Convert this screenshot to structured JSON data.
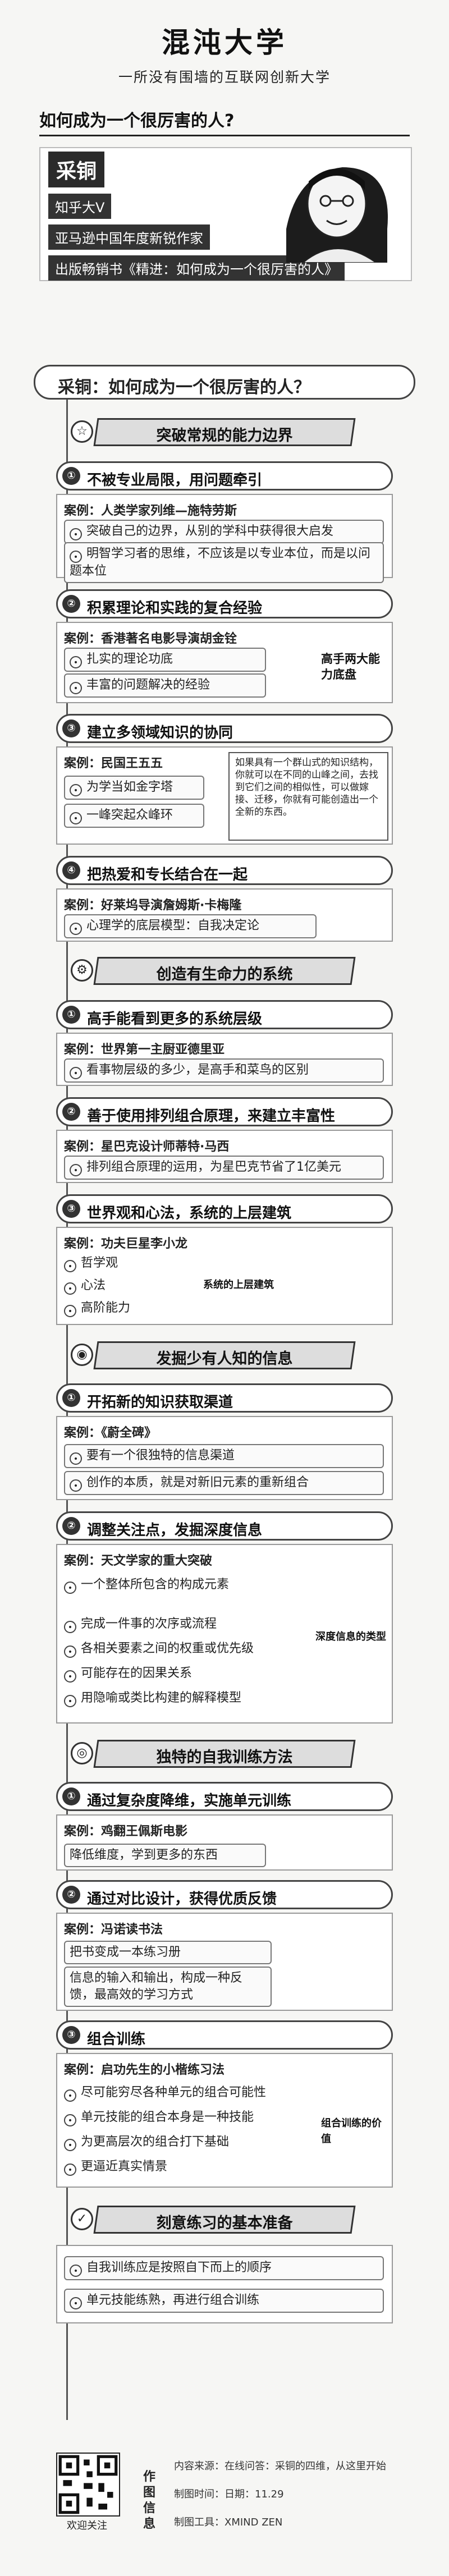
{
  "header": {
    "brand": "混沌大学",
    "slogan": "一所没有围墙的互联网创新大学",
    "question": "如何成为一个很厉害的人?",
    "author_name": "采铜",
    "author_lines": [
      "知乎大V",
      "亚马逊中国年度新锐作家",
      "出版畅销书《精进：如何成为一个很厉害的人》"
    ]
  },
  "main_title": "采铜：如何成为一个很厉害的人？",
  "sections": [
    {
      "title": "突破常规的能力边界",
      "subs": [
        {
          "num": "①",
          "title": "不被专业局限，用问题牵引",
          "case": "案例：人类学家列维—施特劳斯",
          "points": [
            "突破自己的边界，从别的学科中获得很大启发",
            "明智学习者的思维，不应该是以专业本位，而是以问题本位"
          ]
        },
        {
          "num": "②",
          "title": "积累理论和实践的复合经验",
          "case": "案例：香港著名电影导演胡金铨",
          "points": [
            "扎实的理论功底",
            "丰富的问题解决的经验"
          ],
          "side": "高手两大能力底盘"
        },
        {
          "num": "③",
          "title": "建立多领域知识的协同",
          "case": "案例：民国王五五",
          "points": [
            "为学当如金字塔",
            "一峰突起众峰环"
          ],
          "side": "如果具有一个群山式的知识结构，你就可以在不同的山峰之间，去找到它们之间的相似性，可以做嫁接、迁移，你就有可能创造出一个全新的东西。"
        },
        {
          "num": "④",
          "title": "把热爱和专长结合在一起",
          "case": "案例：好莱坞导演詹姆斯·卡梅隆",
          "points": [
            "心理学的底层模型：自我决定论"
          ]
        }
      ]
    },
    {
      "title": "创造有生命力的系统",
      "subs": [
        {
          "num": "①",
          "title": "高手能看到更多的系统层级",
          "case": "案例：世界第一主厨亚德里亚",
          "points": [
            "看事物层级的多少，是高手和菜鸟的区别"
          ]
        },
        {
          "num": "②",
          "title": "善于使用排列组合原理，来建立丰富性",
          "case": "案例：星巴克设计师蒂特·马西",
          "points": [
            "排列组合原理的运用，为星巴克节省了1亿美元"
          ]
        },
        {
          "num": "③",
          "title": "世界观和心法，系统的上层建筑",
          "case": "案例：功夫巨星李小龙",
          "points": [
            "哲学观",
            "心法",
            "高阶能力"
          ],
          "side": "系统的上层建筑"
        }
      ]
    },
    {
      "title": "发掘少有人知的信息",
      "subs": [
        {
          "num": "①",
          "title": "开拓新的知识获取渠道",
          "case": "案例：《蔚全碑》",
          "points": [
            "要有一个很独特的信息渠道",
            "创作的本质，就是对新旧元素的重新组合"
          ]
        },
        {
          "num": "②",
          "title": "调整关注点，发掘深度信息",
          "case": "案例：天文学家的重大突破",
          "points": [
            "一个整体所包含的构成元素",
            "完成一件事的次序或流程",
            "各相关要素之间的权重或优先级",
            "可能存在的因果关系",
            "用隐喻或类比构建的解释模型"
          ],
          "side": "深度信息的类型"
        }
      ]
    },
    {
      "title": "独特的自我训练方法",
      "subs": [
        {
          "num": "①",
          "title": "通过复杂度降维，实施单元训练",
          "case": "案例：鸡翻王佩斯电影",
          "points": [
            "降低维度，学到更多的东西"
          ]
        },
        {
          "num": "②",
          "title": "通过对比设计，获得优质反馈",
          "case": "案例：冯诺读书法",
          "points": [
            "把书变成一本练习册",
            "信息的输入和输出，构成一种反馈，最高效的学习方式"
          ]
        },
        {
          "num": "③",
          "title": "组合训练",
          "case": "案例：启功先生的小楷练习法",
          "points": [
            "尽可能穷尽各种单元的组合可能性",
            "单元技能的组合本身是一种技能",
            "为更高层次的组合打下基础",
            "更逼近真实情景"
          ],
          "side": "组合训练的价值"
        }
      ]
    },
    {
      "title": "刻意练习的基本准备",
      "subs": [
        {
          "num": "",
          "title": "",
          "case": "",
          "points": [
            "自我训练应是按照自下而上的顺序",
            "单元技能练熟，再进行组合训练"
          ]
        }
      ]
    }
  ],
  "footer": {
    "qr_caption": "欢迎关注",
    "meta_head": "作图信息",
    "meta": [
      "内容来源：在线问答：采铜的四维，从这里开始",
      "制图时间：日期：11.29",
      "制图工具：XMIND ZEN"
    ]
  }
}
